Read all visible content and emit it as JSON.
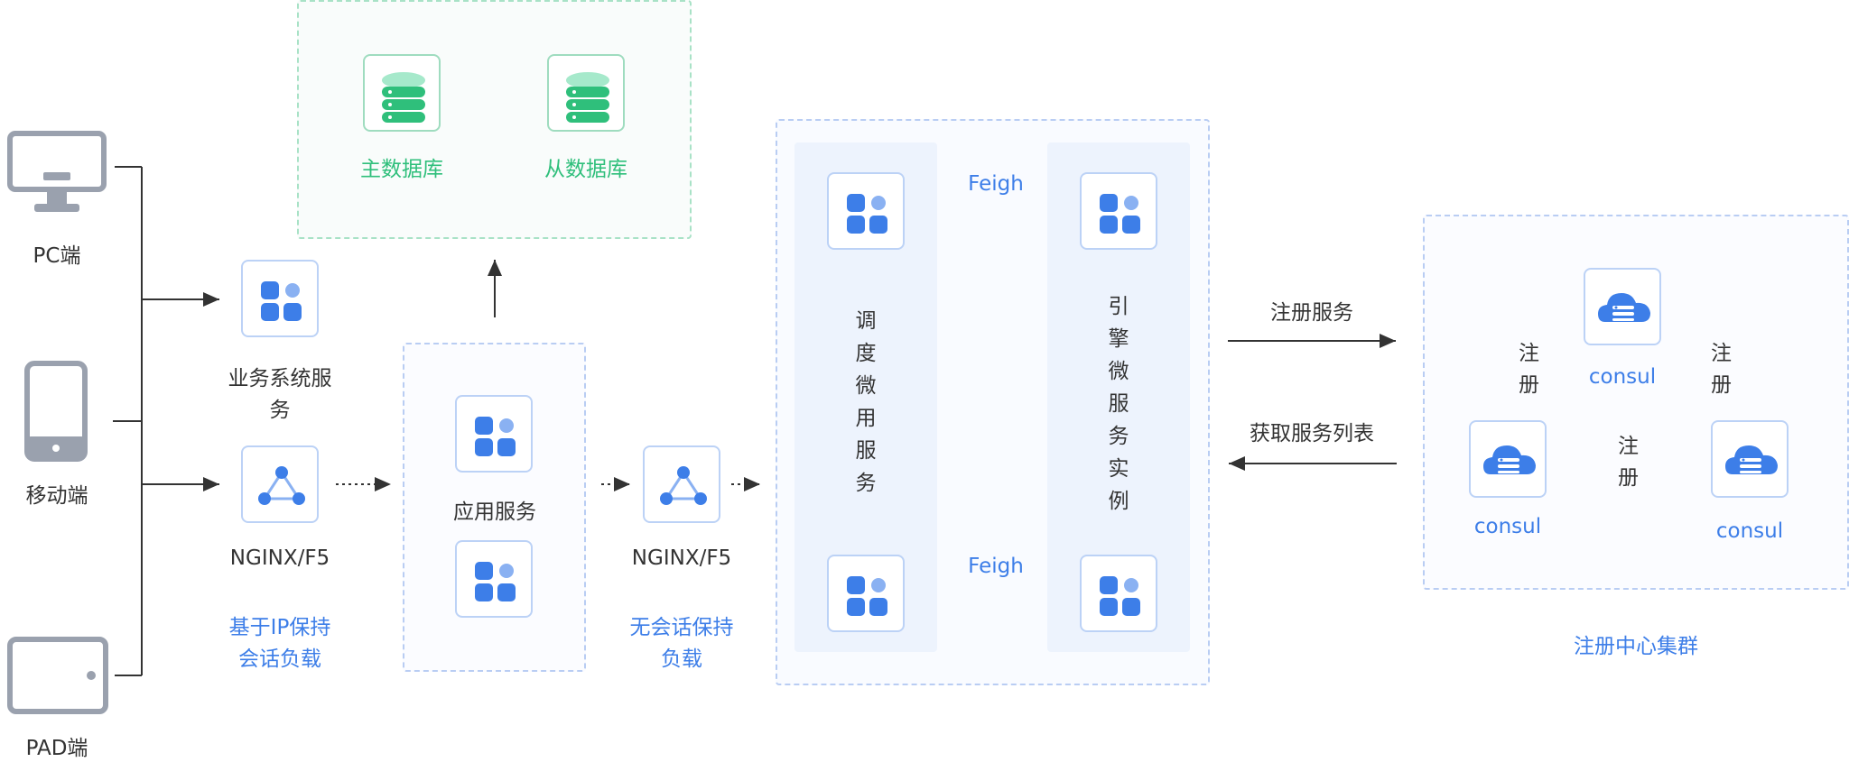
{
  "clients": {
    "pc": "PC端",
    "mobile": "移动端",
    "pad": "PAD端"
  },
  "business_service": {
    "label_line1": "业务系统服",
    "label_line2": "务"
  },
  "nginx1": {
    "label": "NGINX/F5",
    "note_line1": "基于IP保持",
    "note_line2": "会话负载"
  },
  "database": {
    "primary": "主数据库",
    "replica": "从数据库"
  },
  "app_service": {
    "label": "应用服务"
  },
  "nginx2": {
    "label": "NGINX/F5",
    "note_line1": "无会话保持",
    "note_line2": "负载"
  },
  "microservices": {
    "scheduler_chars": [
      "调",
      "度",
      "微",
      "用",
      "服",
      "务"
    ],
    "engine_chars": [
      "引",
      "擎",
      "微",
      "服",
      "务",
      "实",
      "例"
    ],
    "feign_top": "Feigh",
    "feign_bottom": "Feigh"
  },
  "registry_links": {
    "register": "注册服务",
    "fetch_list": "获取服务列表"
  },
  "registry_cluster": {
    "title": "注册中心集群",
    "node_top": "consul",
    "node_left": "consul",
    "node_right": "consul",
    "reg_left": [
      "注",
      "册"
    ],
    "reg_right": [
      "注",
      "册"
    ],
    "reg_bottom": [
      "注",
      "册"
    ]
  },
  "colors": {
    "accent_blue": "#3d7ee8",
    "accent_green": "#2fbf7b",
    "client_gray": "#9aa1ae"
  }
}
